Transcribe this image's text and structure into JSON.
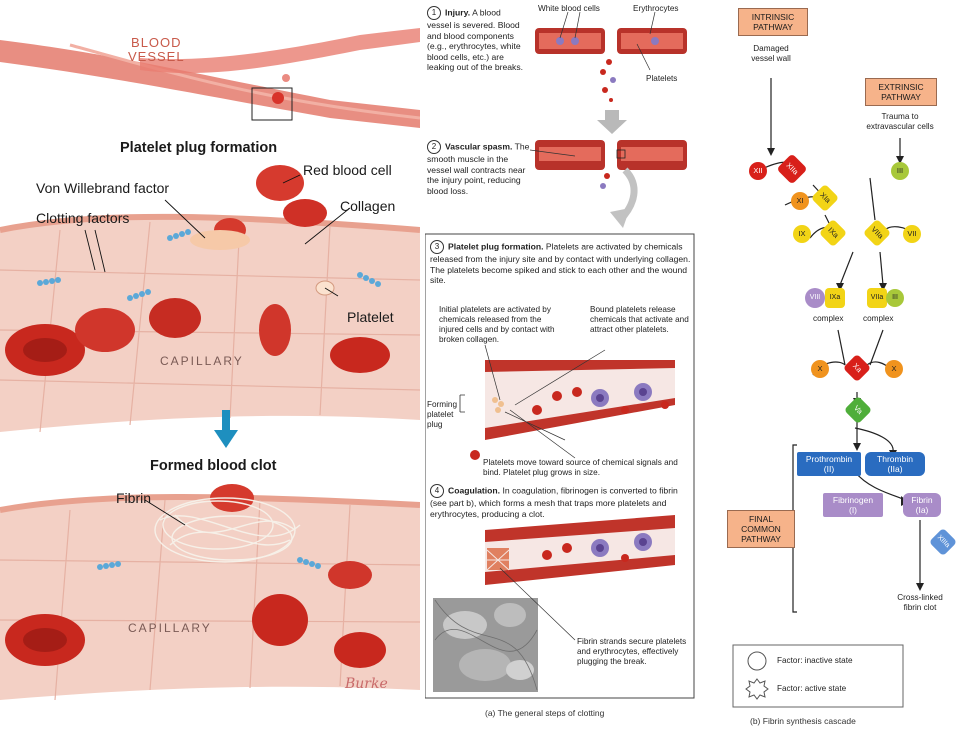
{
  "left_panel": {
    "blood_vessel_label": "BLOOD\nVESSEL",
    "plug_title": "Platelet plug formation",
    "labels": {
      "red_blood_cell": "Red blood cell",
      "von_willebrand": "Von Willebrand factor",
      "clotting_factors": "Clotting factors",
      "collagen": "Collagen",
      "platelet": "Platelet",
      "capillary_top": "CAPILLARY",
      "clot_title": "Formed blood clot",
      "fibrin": "Fibrin",
      "capillary_bottom": "CAPILLARY",
      "signature": "Burke"
    }
  },
  "middle_panel": {
    "top_labels": {
      "white_blood_cells": "White blood cells",
      "erythrocytes": "Erythrocytes",
      "platelets": "Platelets"
    },
    "step1": {
      "num": "1",
      "title": "Injury.",
      "text": "A blood vessel is severed. Blood and blood components (e.g., erythrocytes, white blood cells, etc.) are leaking out of the breaks."
    },
    "step2": {
      "num": "2",
      "title": "Vascular spasm.",
      "text": "The smooth muscle in the vessel wall contracts near the injury point, reducing blood loss."
    },
    "step3": {
      "num": "3",
      "title": "Platelet plug formation.",
      "text": "Platelets are activated by chemicals released from the injury site and by contact with underlying collagen. The platelets become spiked and stick to each other and the wound site."
    },
    "note_initial": "Initial platelets are activated by chemicals released from the injured cells and by contact with broken collagen.",
    "note_bound": "Bound platelets release chemicals that activate and attract other platelets.",
    "forming_plug": "Forming platelet plug",
    "note_move": "Platelets move toward source of chemical signals and bind. Platelet plug grows in size.",
    "step4": {
      "num": "4",
      "title": "Coagulation.",
      "text": "In coagulation, fibrinogen is converted to fibrin (see part b), which forms a mesh that traps more platelets and erythrocytes, producing a clot."
    },
    "note_fibrin": "Fibrin strands secure platelets and erythrocytes, effectively plugging the break.",
    "caption": "(a) The general steps of clotting"
  },
  "right_panel": {
    "intrinsic": "INTRINSIC\nPATHWAY",
    "damaged": "Damaged\nvessel wall",
    "extrinsic": "EXTRINSIC\nPATHWAY",
    "trauma": "Trauma to\nextravascular cells",
    "factors": {
      "xii": "XII",
      "xiia": "XIIa",
      "xi": "XI",
      "xia": "XIa",
      "ix": "IX",
      "ixa": "IXa",
      "iii": "III",
      "viia": "VIIa",
      "vii": "VII",
      "viii": "VIII",
      "ixa2": "IXa",
      "viia2": "VIIa",
      "iii2": "III",
      "x_left": "X",
      "xa": "Xa",
      "x_right": "X",
      "v": "Va",
      "xiii": "XIIIa"
    },
    "complex_left": "complex",
    "complex_right": "complex",
    "prothrombin": "Prothrombin\n(II)",
    "thrombin": "Thrombin\n(IIa)",
    "fibrinogen": "Fibrinogen\n(I)",
    "fibrin": "Fibrin\n(Ia)",
    "final": "FINAL\nCOMMON\nPATHWAY",
    "crosslinked": "Cross-linked\nfibrin clot",
    "legend_inactive": "Factor: inactive state",
    "legend_active": "Factor: active state",
    "caption": "(b) Fibrin synthesis cascade"
  },
  "colors": {
    "blood": "#c8281e",
    "vessel_pink": "#f2c9c0",
    "factor_red": "#d8201a",
    "factor_orange": "#f0931e",
    "factor_yellow": "#f2d416",
    "factor_lime": "#a8c83a",
    "factor_purple": "#a98cc8",
    "factor_blue": "#2a6cc0",
    "factor_lightblue": "#5f93d8",
    "factor_green": "#4fae3a",
    "pathway_box": "#f6b38a"
  }
}
